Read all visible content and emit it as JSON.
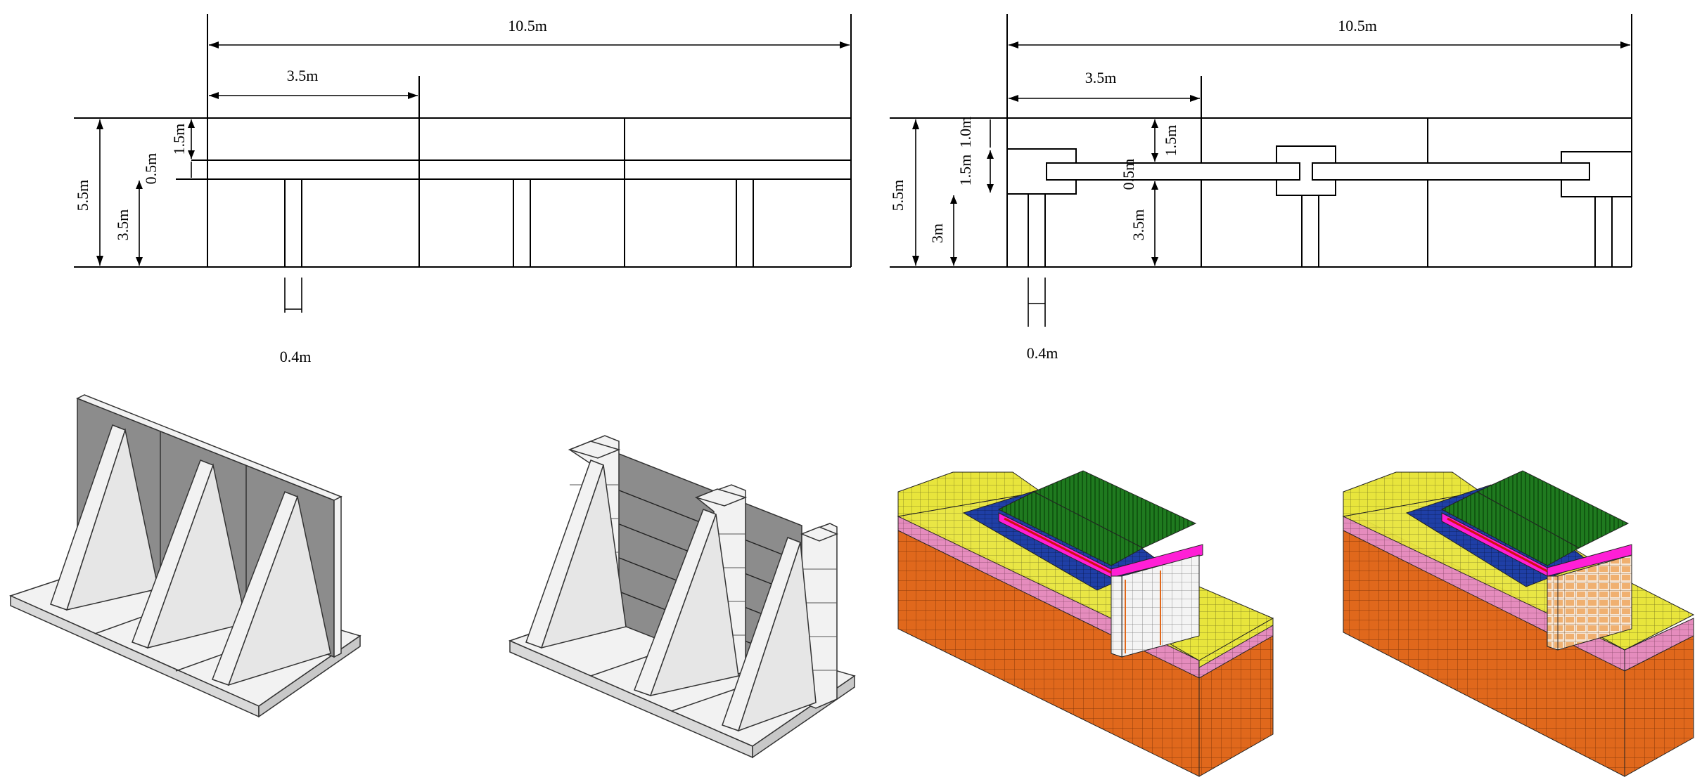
{
  "left_elevation": {
    "total_length": "10.5m",
    "panel_length": "3.5m",
    "total_height": "5.5m",
    "cap_height": "1.5m",
    "gap_height": "0.5m",
    "lower_height": "3.5m",
    "counterfort_width": "0.4m"
  },
  "right_elevation": {
    "total_length": "10.5m",
    "panel_length": "3.5m",
    "total_height": "5.5m",
    "top_offset": "1.0m",
    "block_height": "1.5m",
    "upper_panel_height": "1.5m",
    "gap_height": "0.5m",
    "lower_height": "3m",
    "lower_panel_height": "3.5m",
    "counterfort_width": "0.4m"
  },
  "colors": {
    "wall_light": "#f2f2f2",
    "wall_dark": "#8c8c8c",
    "fem_yellow": "#e8e53c",
    "fem_pink": "#e58cbd",
    "fem_orange": "#e0681c",
    "fem_blue": "#1f3fa6",
    "fem_green": "#1f7a1f",
    "fem_magenta": "#ff1fd6",
    "fem_brick": "#f0b070"
  }
}
